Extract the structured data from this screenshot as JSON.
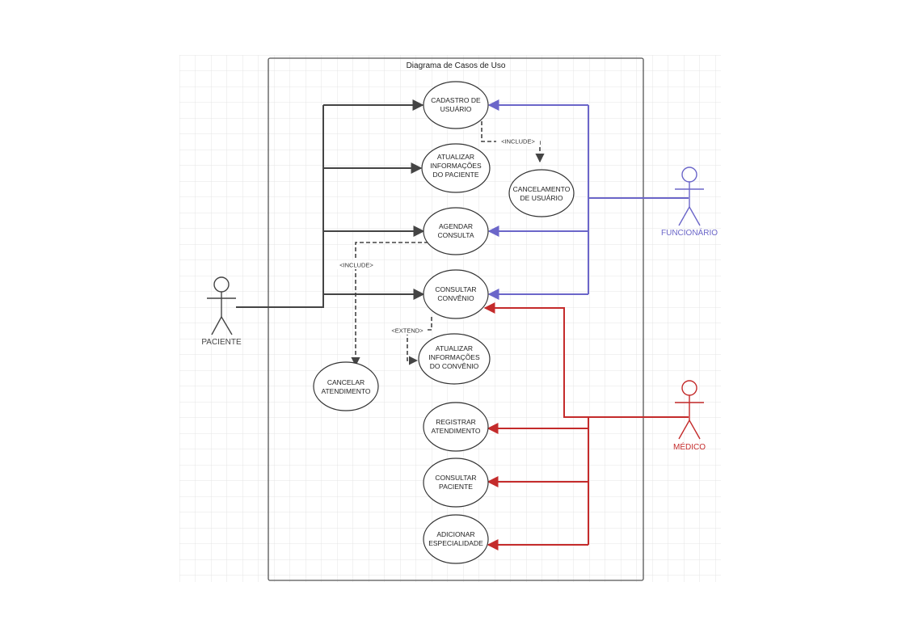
{
  "diagram": {
    "title": "Diagrama de Casos de Uso",
    "actors": {
      "paciente": {
        "label": "PACIENTE",
        "color": "#444444"
      },
      "funcionario": {
        "label": "FUNCIONÁRIO",
        "color": "#6b66c9"
      },
      "medico": {
        "label": "MÉDICO",
        "color": "#c42b2b"
      }
    },
    "use_cases": {
      "cadastro": [
        "CADASTRO DE",
        "USUÁRIO"
      ],
      "atualizar_paciente": [
        "ATUALIZAR",
        "INFORMAÇÕES",
        "DO PACIENTE"
      ],
      "cancelamento": [
        "CANCELAMENTO",
        "DE USUÁRIO"
      ],
      "agendar": [
        "AGENDAR",
        "CONSULTA"
      ],
      "consultar_convenio": [
        "CONSULTAR",
        "CONVÊNIO"
      ],
      "atualizar_convenio": [
        "ATUALIZAR",
        "INFORMAÇÕES",
        "DO CONVÊNIO"
      ],
      "cancelar_atendimento": [
        "CANCELAR",
        "ATENDIMENTO"
      ],
      "registrar": [
        "REGISTRAR",
        "ATENDIMENTO"
      ],
      "consultar_paciente": [
        "CONSULTAR",
        "PACIENTE"
      ],
      "adicionar": [
        "ADICIONAR",
        "ESPECIALIDADE"
      ]
    },
    "relations": {
      "include_1": "<INCLUDE>",
      "include_2": "<INCLUDE>",
      "extend_1": "<EXTEND>"
    },
    "colors": {
      "paciente_line": "#444444",
      "funcionario_line": "#6b66c9",
      "medico_line": "#c42b2b",
      "grid": "#e4e4e4",
      "boundary": "#555555"
    }
  }
}
